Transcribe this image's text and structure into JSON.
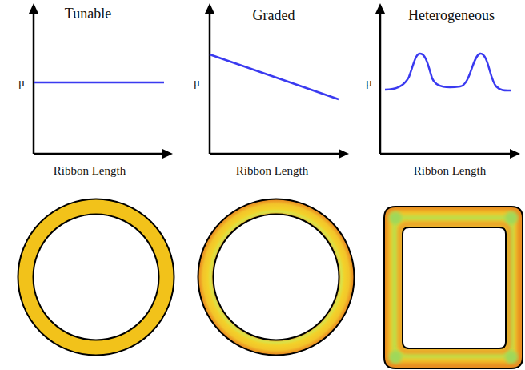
{
  "diagram": {
    "labels": [
      "Tunable",
      "Graded",
      "Heterogeneous",
      "μ",
      "μ",
      "μ",
      "Ribbon Length",
      "Ribbon Length",
      "Ribbon Length"
    ]
  }
}
